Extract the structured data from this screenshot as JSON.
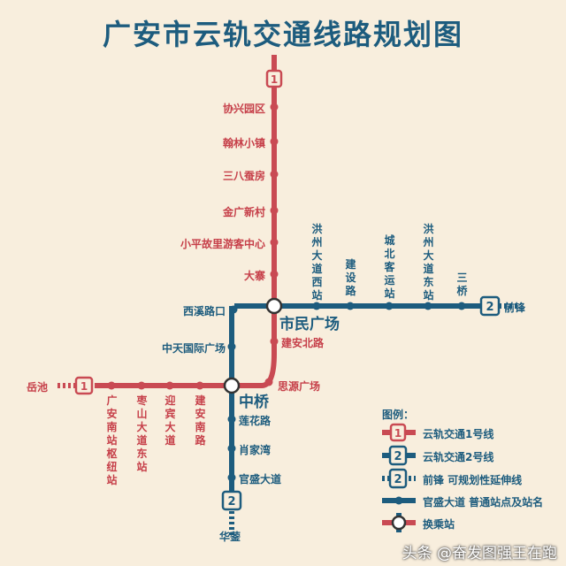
{
  "title": "广安市云轨交通线路规划图",
  "colors": {
    "line1": "#c94a53",
    "line2": "#1d5c7e",
    "background": "#f8eedd"
  },
  "line1": {
    "badge": "1",
    "vertical_stations": [
      "协兴园区",
      "翰林小镇",
      "三八蚕房",
      "金广新村",
      "小平故里游客中心",
      "大寨"
    ],
    "after_hub": [
      "建安北路",
      "思源广场"
    ],
    "west_terminal": "岳池",
    "west_stations": [
      "广安南站枢纽站",
      "枣山大道东站",
      "迎宾大道",
      "建安南路"
    ]
  },
  "line2": {
    "badge": "2",
    "east_stations": [
      "洪州大道西站",
      "建设路",
      "城北客运站",
      "洪州大道东站",
      "三桥"
    ],
    "extension_east": "前锋",
    "west_stations": [
      "西溪路口",
      "中天国际广场"
    ],
    "south_stations": [
      "莲花路",
      "肖家湾",
      "官盛大道"
    ],
    "south_terminal": "华蓥"
  },
  "hubs": {
    "north": "市民广场",
    "south": "中桥"
  },
  "legend": {
    "title": "图例：",
    "items": [
      {
        "badge": "1",
        "text": "云轨交通1号线"
      },
      {
        "badge": "2",
        "text": "云轨交通2号线"
      },
      {
        "badge": "2",
        "text": "前锋 可规划性延伸线"
      },
      {
        "badge": "",
        "text": "官盛大道 普通站点及站名"
      },
      {
        "badge": "",
        "text": "换乘站"
      }
    ]
  },
  "watermark": "头条 @奋发图强王在跑"
}
